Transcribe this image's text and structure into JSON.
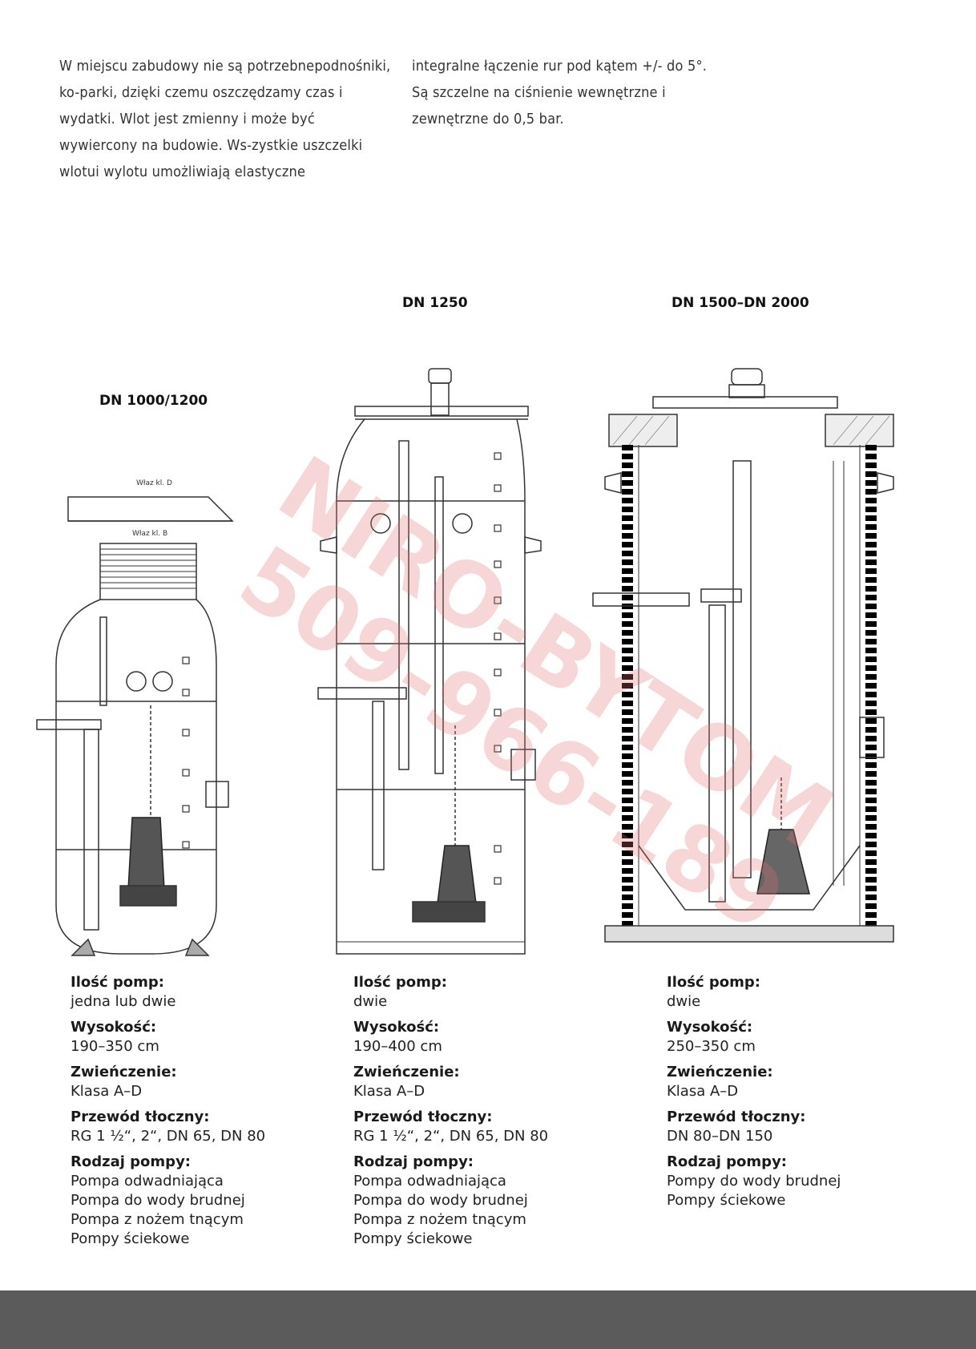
{
  "intro": {
    "left_text": "W miejscu zabudowy nie są potrzebnepodnośniki, ko-parki, dzięki czemu oszczędzamy czas i wydatki. Wlot jest zmienny i może być wywiercony na budowie. Ws-zystkie uszczelki wlotui wylotu umożliwiają elastyczne",
    "right_text": "integralne łączenie rur pod kątem +/- do 5°. Są szczelne na ciśnienie wewnętrzne i zewnętrzne do 0,5 bar."
  },
  "drawings": [
    {
      "title": "DN 1000/1200",
      "labels": {
        "top": "Właz kl. D",
        "bottom": "Właz kl. B"
      }
    },
    {
      "title": "DN 1250"
    },
    {
      "title": "DN 1500–DN 2000"
    }
  ],
  "specs": [
    {
      "pumps_label": "Ilość pomp:",
      "pumps": "jedna lub dwie",
      "height_label": "Wysokość:",
      "height": "190–350 cm",
      "cover_label": "Zwieńczenie:",
      "cover": "Klasa A–D",
      "pipe_label": "Przewód tłoczny:",
      "pipe": "RG 1 ½“, 2“, DN 65, DN 80",
      "type_label": "Rodzaj pompy:",
      "types": [
        "Pompa odwadniająca",
        "Pompa do wody brudnej",
        "Pompa z nożem tnącym",
        "Pompy ściekowe"
      ]
    },
    {
      "pumps_label": "Ilość pomp:",
      "pumps": "dwie",
      "height_label": "Wysokość:",
      "height": "190–400 cm",
      "cover_label": "Zwieńczenie:",
      "cover": "Klasa A–D",
      "pipe_label": "Przewód tłoczny:",
      "pipe": "RG 1 ½“, 2“, DN 65, DN 80",
      "type_label": "Rodzaj pompy:",
      "types": [
        "Pompa odwadniająca",
        "Pompa do wody brudnej",
        "Pompa z nożem tnącym",
        "Pompy ściekowe"
      ]
    },
    {
      "pumps_label": "Ilość pomp:",
      "pumps": "dwie",
      "height_label": "Wysokość:",
      "height": "250–350 cm",
      "cover_label": "Zwieńczenie:",
      "cover": "Klasa A–D",
      "pipe_label": "Przewód tłoczny:",
      "pipe": "DN 80–DN 150",
      "type_label": "Rodzaj pompy:",
      "types": [
        "Pompy do wody brudnej",
        "Pompy ściekowe"
      ]
    }
  ],
  "watermark": {
    "line1": "NIRO-BYTOM",
    "line2": "509-966-189"
  },
  "colors": {
    "footer": "#5b5b5b",
    "watermark": "#e8a0a0"
  }
}
